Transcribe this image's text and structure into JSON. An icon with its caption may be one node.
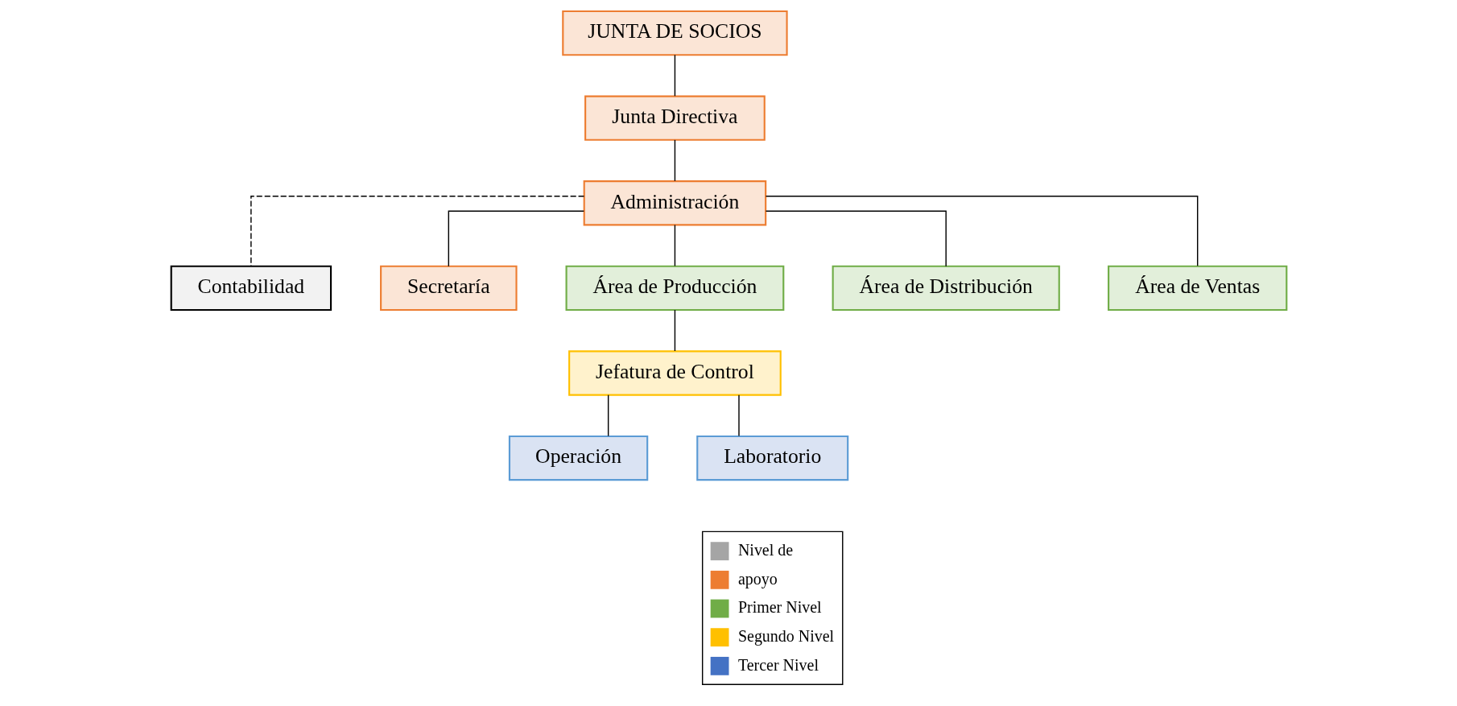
{
  "diagram": {
    "nodes": [
      {
        "text": [
          "JUNTA DE SOCIOS"
        ]
      },
      {
        "text": [
          "Junta Directiva"
        ]
      },
      {
        "text": [
          "Administración"
        ]
      },
      {
        "text": [
          "Contabilidad"
        ]
      },
      {
        "text": [
          "Secretaría"
        ]
      },
      {
        "text": [
          "Área de Producción"
        ]
      },
      {
        "text": [
          "Área de Distribución"
        ]
      },
      {
        "text": [
          "Área de Ventas"
        ]
      },
      {
        "text": [
          "Jefatura de Control"
        ]
      },
      {
        "text": [
          "Operación"
        ]
      },
      {
        "text": [
          "Laboratorio"
        ]
      }
    ],
    "edges": [
      {
        "from": 0,
        "to": 1,
        "arrow": "none"
      },
      {
        "from": 1,
        "to": 2,
        "arrow": "none"
      },
      {
        "from": 2,
        "to": 3,
        "arrow": "none",
        "style": "dashed"
      },
      {
        "from": 2,
        "to": 4,
        "arrow": "none"
      },
      {
        "from": 2,
        "to": 5,
        "arrow": "none"
      },
      {
        "from": 2,
        "to": 6,
        "arrow": "none"
      },
      {
        "from": 2,
        "to": 7,
        "arrow": "none"
      },
      {
        "from": 5,
        "to": 8,
        "arrow": "none"
      },
      {
        "from": 8,
        "to": 9,
        "arrow": "none"
      },
      {
        "from": 8,
        "to": 10,
        "arrow": "none"
      }
    ],
    "legend": [
      {
        "text": "Nivel de",
        "color": "#a5a5a5"
      },
      {
        "text": "apoyo",
        "color": "#ed7d31"
      },
      {
        "text": "Primer Nivel",
        "color": "#70ad47"
      },
      {
        "text": "Segundo Nivel",
        "color": "#ffc000"
      },
      {
        "text": "Tercer Nivel",
        "color": "#4472c4"
      }
    ]
  }
}
